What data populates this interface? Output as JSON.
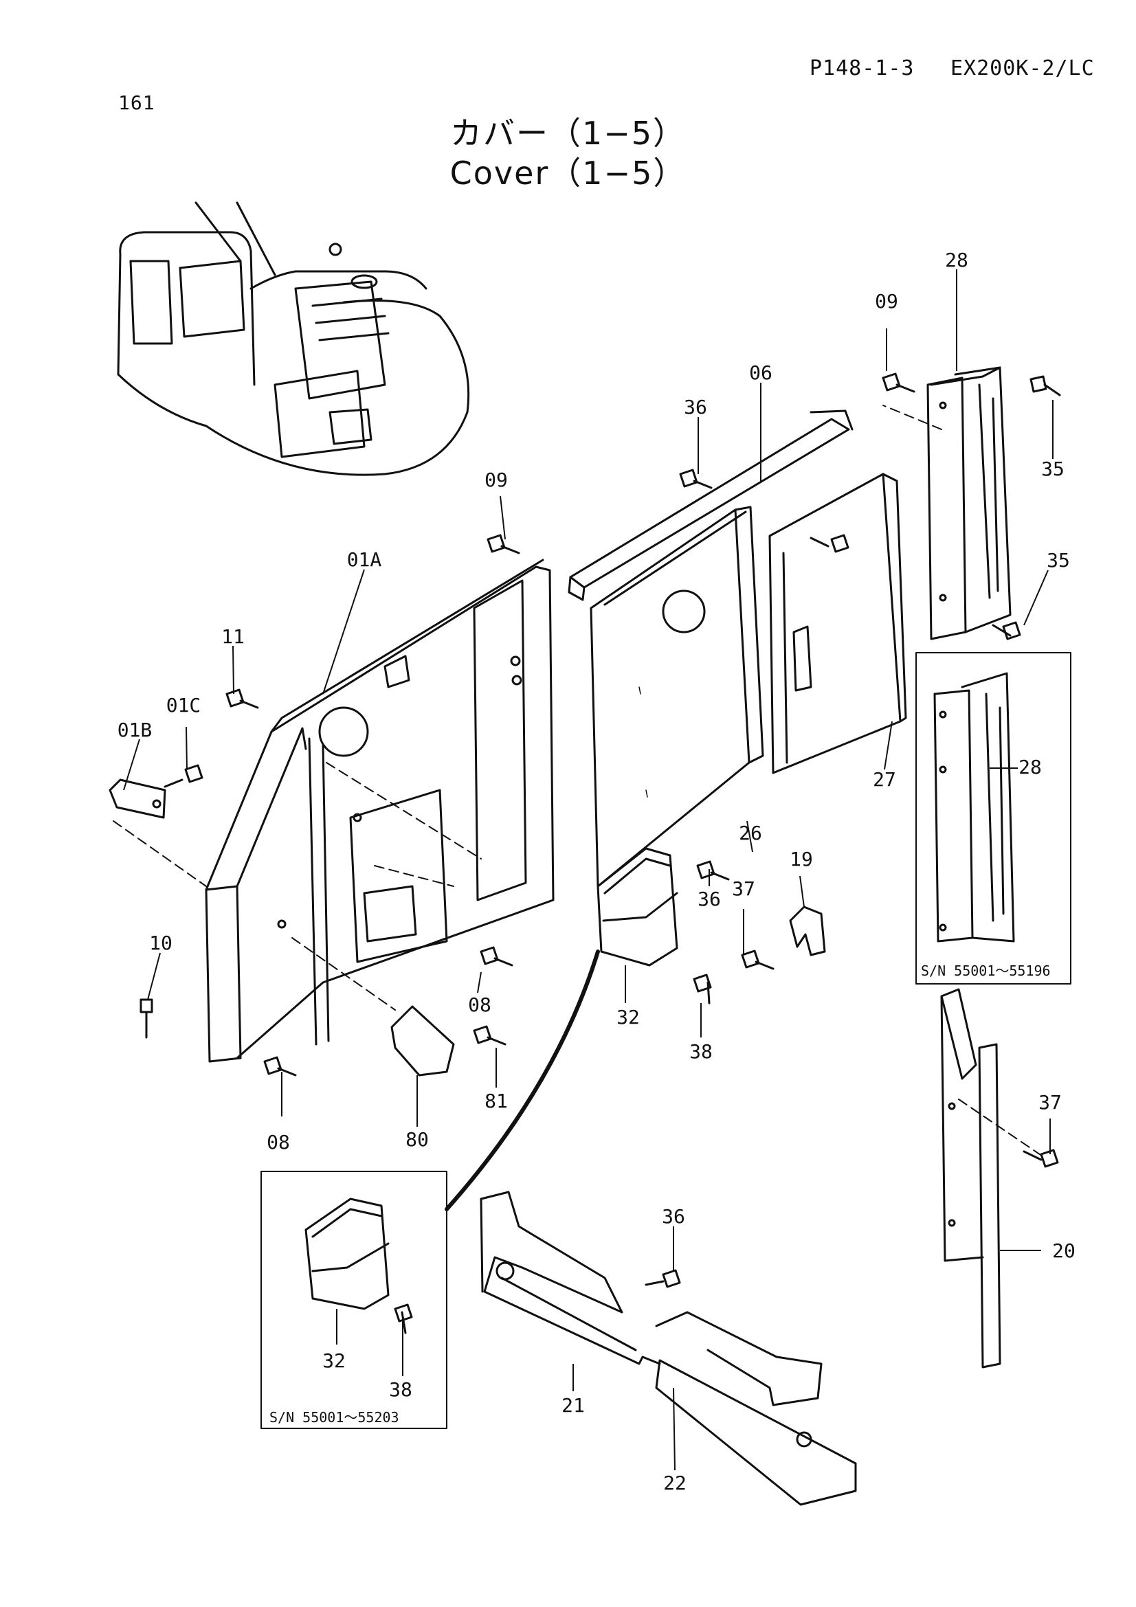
{
  "header": {
    "page_number": "161",
    "doc_code": "P148-1-3",
    "model": "EX200K-2/LC"
  },
  "title": {
    "jp": "カバー（1−5）",
    "en": "Cover（1−5）"
  },
  "parts": [
    {
      "id": "p28a",
      "label": "28"
    },
    {
      "id": "p09a",
      "label": "09"
    },
    {
      "id": "p35a",
      "label": "35"
    },
    {
      "id": "p35b",
      "label": "35"
    },
    {
      "id": "p06",
      "label": "06"
    },
    {
      "id": "p36a",
      "label": "36"
    },
    {
      "id": "p09b",
      "label": "09"
    },
    {
      "id": "p01a",
      "label": "01A"
    },
    {
      "id": "p11",
      "label": "11"
    },
    {
      "id": "p01c",
      "label": "01C"
    },
    {
      "id": "p01b",
      "label": "01B"
    },
    {
      "id": "p26",
      "label": "26"
    },
    {
      "id": "p27",
      "label": "27"
    },
    {
      "id": "p28b",
      "label": "28"
    },
    {
      "id": "p36b",
      "label": "36"
    },
    {
      "id": "p37a",
      "label": "37"
    },
    {
      "id": "p19",
      "label": "19"
    },
    {
      "id": "p10",
      "label": "10"
    },
    {
      "id": "p08a",
      "label": "08"
    },
    {
      "id": "p32a",
      "label": "32"
    },
    {
      "id": "p38a",
      "label": "38"
    },
    {
      "id": "p81",
      "label": "81"
    },
    {
      "id": "p08b",
      "label": "08"
    },
    {
      "id": "p80",
      "label": "80"
    },
    {
      "id": "p37b",
      "label": "37"
    },
    {
      "id": "p20",
      "label": "20"
    },
    {
      "id": "p36c",
      "label": "36"
    },
    {
      "id": "p32b",
      "label": "32"
    },
    {
      "id": "p38b",
      "label": "38"
    },
    {
      "id": "p21",
      "label": "21"
    },
    {
      "id": "p22",
      "label": "22"
    }
  ],
  "serial_notes": {
    "upper_right": "S/N 55001～55196",
    "lower_left": "S/N 55001～55203"
  }
}
